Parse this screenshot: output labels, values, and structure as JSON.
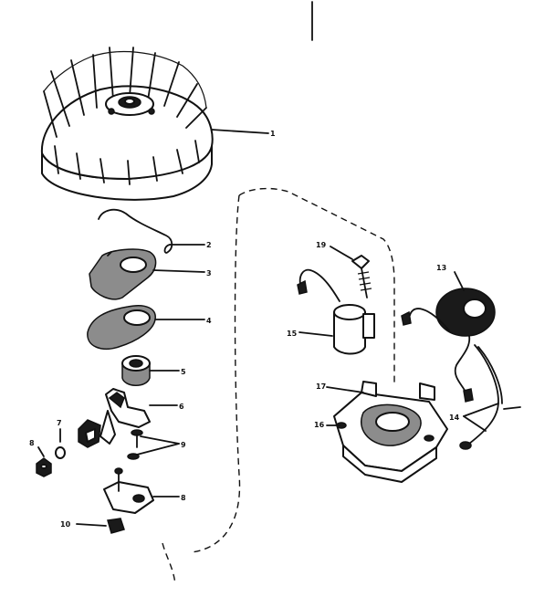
{
  "callouts": [
    {
      "id": "c1",
      "label": "1"
    },
    {
      "id": "c2",
      "label": "2"
    },
    {
      "id": "c3",
      "label": "3"
    },
    {
      "id": "c4",
      "label": "4"
    },
    {
      "id": "c5",
      "label": "5"
    },
    {
      "id": "c6",
      "label": "6"
    },
    {
      "id": "c7",
      "label": "7"
    },
    {
      "id": "c8",
      "label": "8"
    },
    {
      "id": "c9",
      "label": "9"
    },
    {
      "id": "c10",
      "label": "8"
    },
    {
      "id": "c11",
      "label": "10"
    },
    {
      "id": "c12",
      "label": "13"
    },
    {
      "id": "c13",
      "label": "19"
    },
    {
      "id": "c14",
      "label": "15"
    },
    {
      "id": "c15",
      "label": "17"
    },
    {
      "id": "c16",
      "label": "16"
    },
    {
      "id": "c17",
      "label": "14"
    }
  ]
}
